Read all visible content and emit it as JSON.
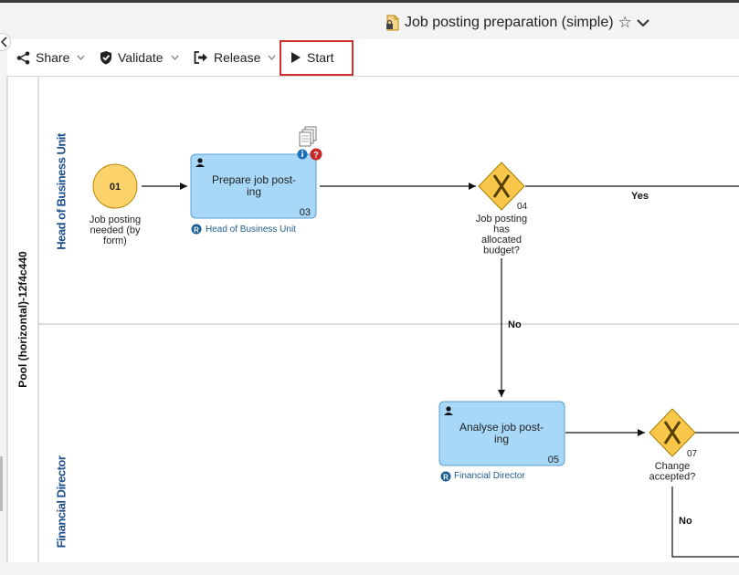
{
  "window": {
    "title": "Job posting preparation (simple)",
    "title_icon": "document-lock-icon",
    "favorite_icon": "star-outline-icon",
    "menu_icon": "chevron-down-icon",
    "collapse_icon": "chevron-left-icon"
  },
  "toolbar": {
    "share": "Share",
    "validate": "Validate",
    "release": "Release",
    "start": "Start",
    "highlight_color": "#d32f2f"
  },
  "diagram": {
    "pool_label": "Pool (horizontal)-12f4c440",
    "lanes": [
      {
        "label": "Head of Business Unit"
      },
      {
        "label": "Financial Director"
      }
    ],
    "start_event": {
      "number": "01",
      "label": [
        "Job posting",
        "needed (by",
        "form)"
      ]
    },
    "tasks": [
      {
        "title": [
          "Prepare job post-",
          "ing"
        ],
        "number": "03",
        "role": "Head of Business Unit"
      },
      {
        "title": [
          "Analyse job post-",
          "ing"
        ],
        "number": "05",
        "role": "Financial Director"
      }
    ],
    "gateways": [
      {
        "number": "04",
        "label": [
          "Job posting",
          "has",
          "allocated",
          "budget?"
        ]
      },
      {
        "number": "07",
        "label": [
          "Change",
          "accepted?"
        ]
      }
    ],
    "flow_labels": {
      "yes": "Yes",
      "no_1": "No",
      "no_2": "No"
    },
    "colors": {
      "task_fill": "#a7d8f8",
      "task_border": "#5a9ccf",
      "event_fill": "#fcd36a",
      "gateway_fill": "#f9c84a",
      "role_badge": "#1d5b8f",
      "lane_text": "#1d4e8a"
    }
  }
}
